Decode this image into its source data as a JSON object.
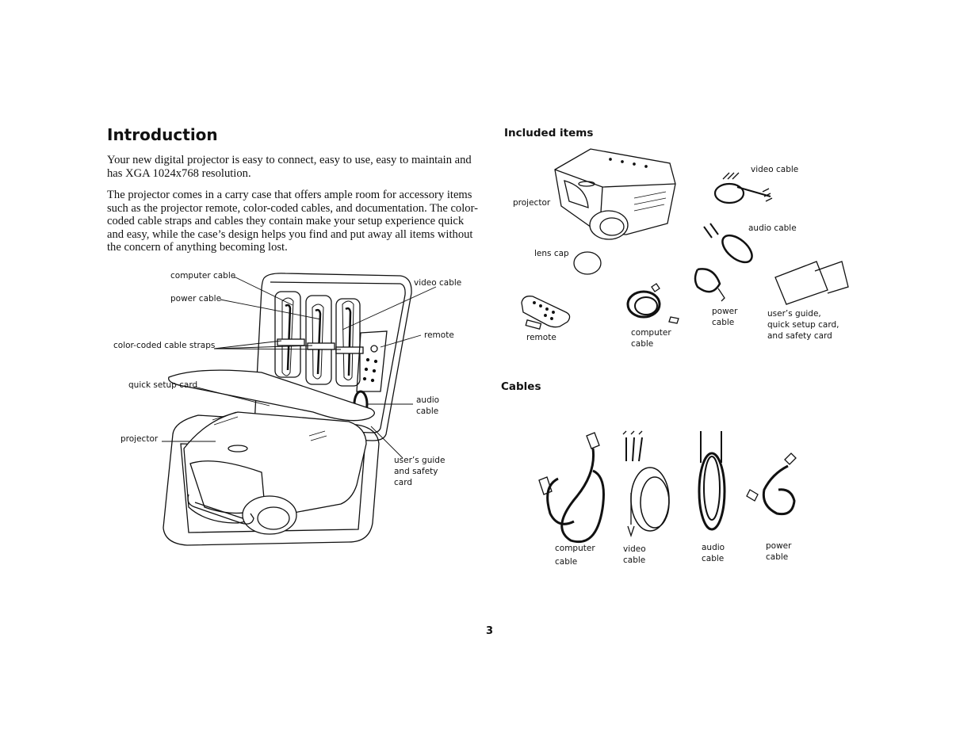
{
  "intro": {
    "title": "Introduction",
    "p1": "Your new digital projector is easy to connect, easy to use, easy to maintain and has XGA 1024x768 resolution.",
    "p2": "The projector comes in a carry case that offers ample room for accessory items such as the projector remote, color-coded cables, and documentation. The color-coded cable straps and cables they contain make your setup experience quick and easy, while the case’s design helps you find and put away all items without the concern of anything becoming lost."
  },
  "case_labels": {
    "computer_cable": "computer cable",
    "power_cable": "power cable",
    "straps": "color-coded cable straps",
    "quick_setup": "quick setup card",
    "projector": "projector",
    "video_cable": "video cable",
    "remote": "remote",
    "audio_cable": "audio\ncable",
    "users_guide": "user’s guide\nand safety\ncard"
  },
  "included": {
    "heading": "Included items",
    "projector": "projector",
    "lens_cap": "lens cap",
    "remote": "remote",
    "computer_cable": "computer\ncable",
    "power_cable": "power\ncable",
    "video_cable": "video cable",
    "audio_cable": "audio cable",
    "docs": "user’s guide,\nquick setup card,\nand safety card"
  },
  "cables": {
    "heading": "Cables",
    "computer": "computer\ncable",
    "video": "video\ncable",
    "audio": "audio\ncable",
    "power": "power\ncable"
  },
  "page_number": "3"
}
